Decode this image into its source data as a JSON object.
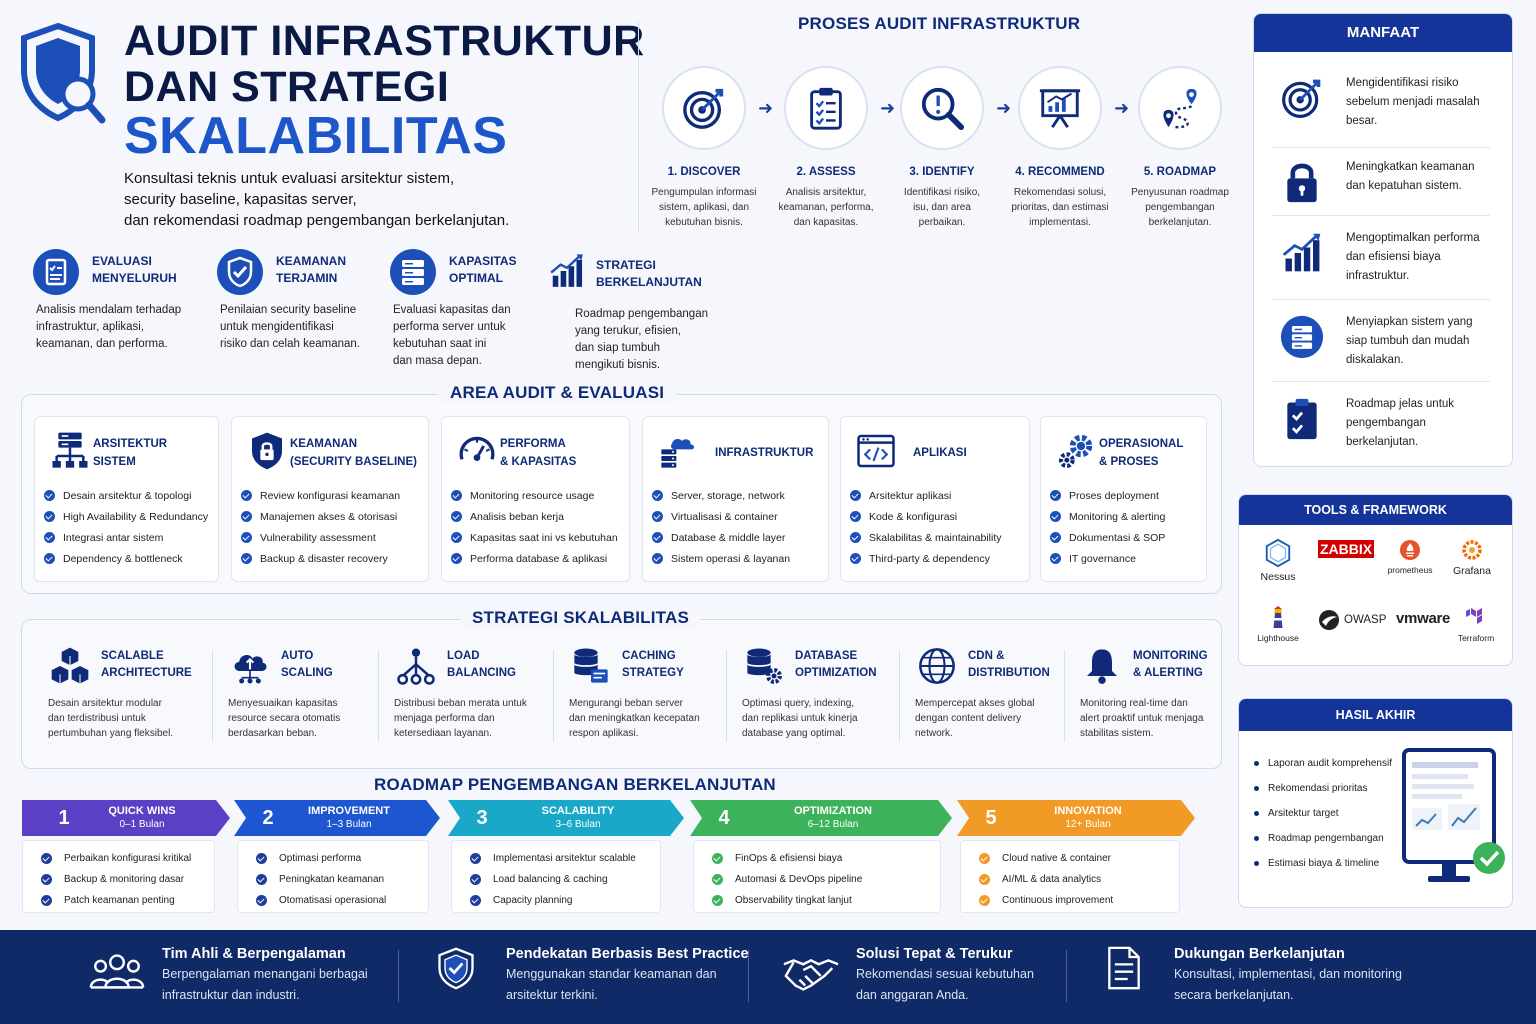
{
  "header": {
    "title_line1": "AUDIT INFRASTRUKTUR",
    "title_line2": "DAN STRATEGI",
    "title_line3": "SKALABILITAS",
    "subtitle": "Konsultasi teknis untuk evaluasi arsitektur sistem,\nsecurity baseline, kapasitas server,\ndan rekomendasi roadmap pengembangan berkelanjutan."
  },
  "features": [
    {
      "title": "EVALUASI\nMENYELURUH",
      "desc": "Analisis mendalam terhadap\ninfrastruktur, aplikasi,\nkeamanan, dan performa.",
      "icon": "checklist-icon"
    },
    {
      "title": "KEAMANAN\nTERJAMIN",
      "desc": "Penilaian security baseline\nuntuk mengidentifikasi\nrisiko dan celah keamanan.",
      "icon": "shield-check-icon"
    },
    {
      "title": "KAPASITAS\nOPTIMAL",
      "desc": "Evaluasi kapasitas dan\nperforma server untuk\nkebutuhan saat ini\ndan masa depan.",
      "icon": "server-icon"
    },
    {
      "title": "STRATEGI\nBERKELANJUTAN",
      "desc": "Roadmap pengembangan\nyang terukur, efisien,\ndan siap tumbuh\nmengikuti bisnis.",
      "icon": "growth-chart-icon"
    }
  ],
  "process": {
    "title": "PROSES AUDIT INFRASTRUKTUR",
    "steps": [
      {
        "title": "1. DISCOVER",
        "desc": "Pengumpulan informasi\nsistem, aplikasi, dan\nkebutuhan bisnis.",
        "icon": "target-icon"
      },
      {
        "title": "2. ASSESS",
        "desc": "Analisis arsitektur,\nkeamanan, performa,\ndan kapasitas.",
        "icon": "clipboard-icon"
      },
      {
        "title": "3. IDENTIFY",
        "desc": "Identifikasi risiko,\nisu, dan area\nperbaikan.",
        "icon": "magnifier-alert-icon"
      },
      {
        "title": "4. RECOMMEND",
        "desc": "Rekomendasi solusi,\nprioritas, dan estimasi\nimplementasi.",
        "icon": "presentation-icon"
      },
      {
        "title": "5. ROADMAP",
        "desc": "Penyusunan roadmap\npengembangan\nberkelanjutan.",
        "icon": "route-icon"
      }
    ]
  },
  "audit_area": {
    "title": "AREA AUDIT & EVALUASI",
    "cards": [
      {
        "title": "ARSITEKTUR\nSISTEM",
        "icon": "architecture-icon",
        "items": [
          "Desain arsitektur & topologi",
          "High Availability & Redundancy",
          "Integrasi antar sistem",
          "Dependency & bottleneck"
        ]
      },
      {
        "title": "KEAMANAN\n(SECURITY BASELINE)",
        "icon": "lock-shield-icon",
        "items": [
          "Review konfigurasi keamanan",
          "Manajemen akses & otorisasi",
          "Vulnerability assessment",
          "Backup & disaster recovery"
        ]
      },
      {
        "title": "PERFORMA\n& KAPASITAS",
        "icon": "gauge-icon",
        "items": [
          "Monitoring resource usage",
          "Analisis beban kerja",
          "Kapasitas saat ini vs kebutuhan",
          "Performa database & aplikasi"
        ]
      },
      {
        "title": "INFRASTRUKTUR",
        "icon": "cloud-server-icon",
        "items": [
          "Server, storage, network",
          "Virtualisasi & container",
          "Database & middle layer",
          "Sistem operasi & layanan"
        ]
      },
      {
        "title": "APLIKASI",
        "icon": "code-window-icon",
        "items": [
          "Arsitektur aplikasi",
          "Kode & konfigurasi",
          "Skalabilitas & maintainability",
          "Third-party & dependency"
        ]
      },
      {
        "title": "OPERASIONAL\n& PROSES",
        "icon": "gears-icon",
        "items": [
          "Proses deployment",
          "Monitoring & alerting",
          "Dokumentasi & SOP",
          "IT governance"
        ]
      }
    ]
  },
  "strategy": {
    "title": "STRATEGI SKALABILITAS",
    "items": [
      {
        "title": "SCALABLE\nARCHITECTURE",
        "desc": "Desain arsitektur modular\ndan terdistribusi untuk\npertumbuhan yang fleksibel.",
        "icon": "cubes-icon"
      },
      {
        "title": "AUTO\nSCALING",
        "desc": "Menyesuaikan kapasitas\nresource secara otomatis\nberdasarkan beban.",
        "icon": "cloud-scale-icon"
      },
      {
        "title": "LOAD\nBALANCING",
        "desc": "Distribusi beban merata untuk\nmenjaga performa dan\nketersediaan layanan.",
        "icon": "load-balancer-icon"
      },
      {
        "title": "CACHING\nSTRATEGY",
        "desc": "Mengurangi beban server\ndan meningkatkan kecepatan\nrespon aplikasi.",
        "icon": "database-cache-icon"
      },
      {
        "title": "DATABASE\nOPTIMIZATION",
        "desc": "Optimasi query, indexing,\ndan replikasi untuk kinerja\ndatabase yang optimal.",
        "icon": "database-gear-icon"
      },
      {
        "title": "CDN &\nDISTRIBUTION",
        "desc": "Mempercepat akses global\ndengan content delivery\nnetwork.",
        "icon": "globe-icon"
      },
      {
        "title": "MONITORING\n& ALERTING",
        "desc": "Monitoring real-time dan\nalert proaktif untuk menjaga\nstabilitas sistem.",
        "icon": "bell-icon"
      }
    ]
  },
  "roadmap": {
    "title": "ROADMAP PENGEMBANGAN BERKELANJUTAN",
    "phases": [
      {
        "num": "1",
        "name": "QUICK WINS",
        "duration": "0–1 Bulan",
        "color": "#5b3fc4",
        "check_color": "#1d3f9a",
        "items": [
          "Perbaikan konfigurasi kritikal",
          "Backup & monitoring dasar",
          "Patch keamanan penting"
        ]
      },
      {
        "num": "2",
        "name": "IMPROVEMENT",
        "duration": "1–3 Bulan",
        "color": "#1d56d0",
        "check_color": "#1d3f9a",
        "items": [
          "Optimasi performa",
          "Peningkatan keamanan",
          "Otomatisasi operasional"
        ]
      },
      {
        "num": "3",
        "name": "SCALABILITY",
        "duration": "3–6 Bulan",
        "color": "#1aa8c8",
        "check_color": "#1d3f9a",
        "items": [
          "Implementasi arsitektur scalable",
          "Load balancing & caching",
          "Capacity planning"
        ]
      },
      {
        "num": "4",
        "name": "OPTIMIZATION",
        "duration": "6–12 Bulan",
        "color": "#3cb25a",
        "check_color": "#3cb25a",
        "items": [
          "FinOps & efisiensi biaya",
          "Automasi & DevOps pipeline",
          "Observability tingkat lanjut"
        ]
      },
      {
        "num": "5",
        "name": "INNOVATION",
        "duration": "12+ Bulan",
        "color": "#f29a26",
        "check_color": "#f29a26",
        "items": [
          "Cloud native & container",
          "AI/ML & data analytics",
          "Continuous improvement"
        ]
      }
    ]
  },
  "benefits": {
    "title": "MANFAAT",
    "items": [
      {
        "text": "Mengidentifikasi risiko\nsebelum menjadi masalah\nbesar.",
        "icon": "target-icon"
      },
      {
        "text": "Meningkatkan keamanan\ndan kepatuhan sistem.",
        "icon": "padlock-icon"
      },
      {
        "text": "Mengoptimalkan performa\ndan efisiensi biaya\ninfrastruktur.",
        "icon": "growth-chart-icon"
      },
      {
        "text": "Menyiapkan sistem yang\nsiap tumbuh dan mudah\ndiskalakan.",
        "icon": "server-icon"
      },
      {
        "text": "Roadmap jelas untuk\npengembangan\nberkelanjutan.",
        "icon": "clipboard-check-icon"
      }
    ]
  },
  "tools": {
    "title": "TOOLS & FRAMEWORK",
    "items": [
      {
        "label": "Nessus",
        "icon": "nessus-logo"
      },
      {
        "label": "ZABBIX",
        "icon": "zabbix-logo"
      },
      {
        "label": "prometheus",
        "icon": "prometheus-logo"
      },
      {
        "label": "Grafana",
        "icon": "grafana-logo"
      },
      {
        "label": "Lighthouse",
        "icon": "lighthouse-logo"
      },
      {
        "label": "OWASP",
        "icon": "owasp-logo"
      },
      {
        "label": "vmware",
        "icon": "vmware-logo"
      },
      {
        "label": "Terraform",
        "icon": "terraform-logo"
      }
    ]
  },
  "result": {
    "title": "HASIL AKHIR",
    "items": [
      "Laporan audit komprehensif",
      "Rekomendasi prioritas",
      "Arsitektur target",
      "Roadmap pengembangan",
      "Estimasi biaya & timeline"
    ]
  },
  "footer": [
    {
      "title": "Tim Ahli & Berpengalaman",
      "desc": "Berpengalaman menangani berbagai\ninfrastruktur dan industri.",
      "icon": "team-icon"
    },
    {
      "title": "Pendekatan Berbasis Best Practice",
      "desc": "Menggunakan standar keamanan dan\narsitektur terkini.",
      "icon": "shield-check-icon"
    },
    {
      "title": "Solusi Tepat & Terukur",
      "desc": "Rekomendasi sesuai kebutuhan\ndan anggaran Anda.",
      "icon": "handshake-icon"
    },
    {
      "title": "Dukungan Berkelanjutan",
      "desc": "Konsultasi, implementasi, dan monitoring\nsecara berkelanjutan.",
      "icon": "document-icon"
    }
  ],
  "colors": {
    "navy": "#0f2a78",
    "accent": "#1d56c8",
    "footer_bg": "#0f2a66",
    "header_bar": "#14349a"
  }
}
